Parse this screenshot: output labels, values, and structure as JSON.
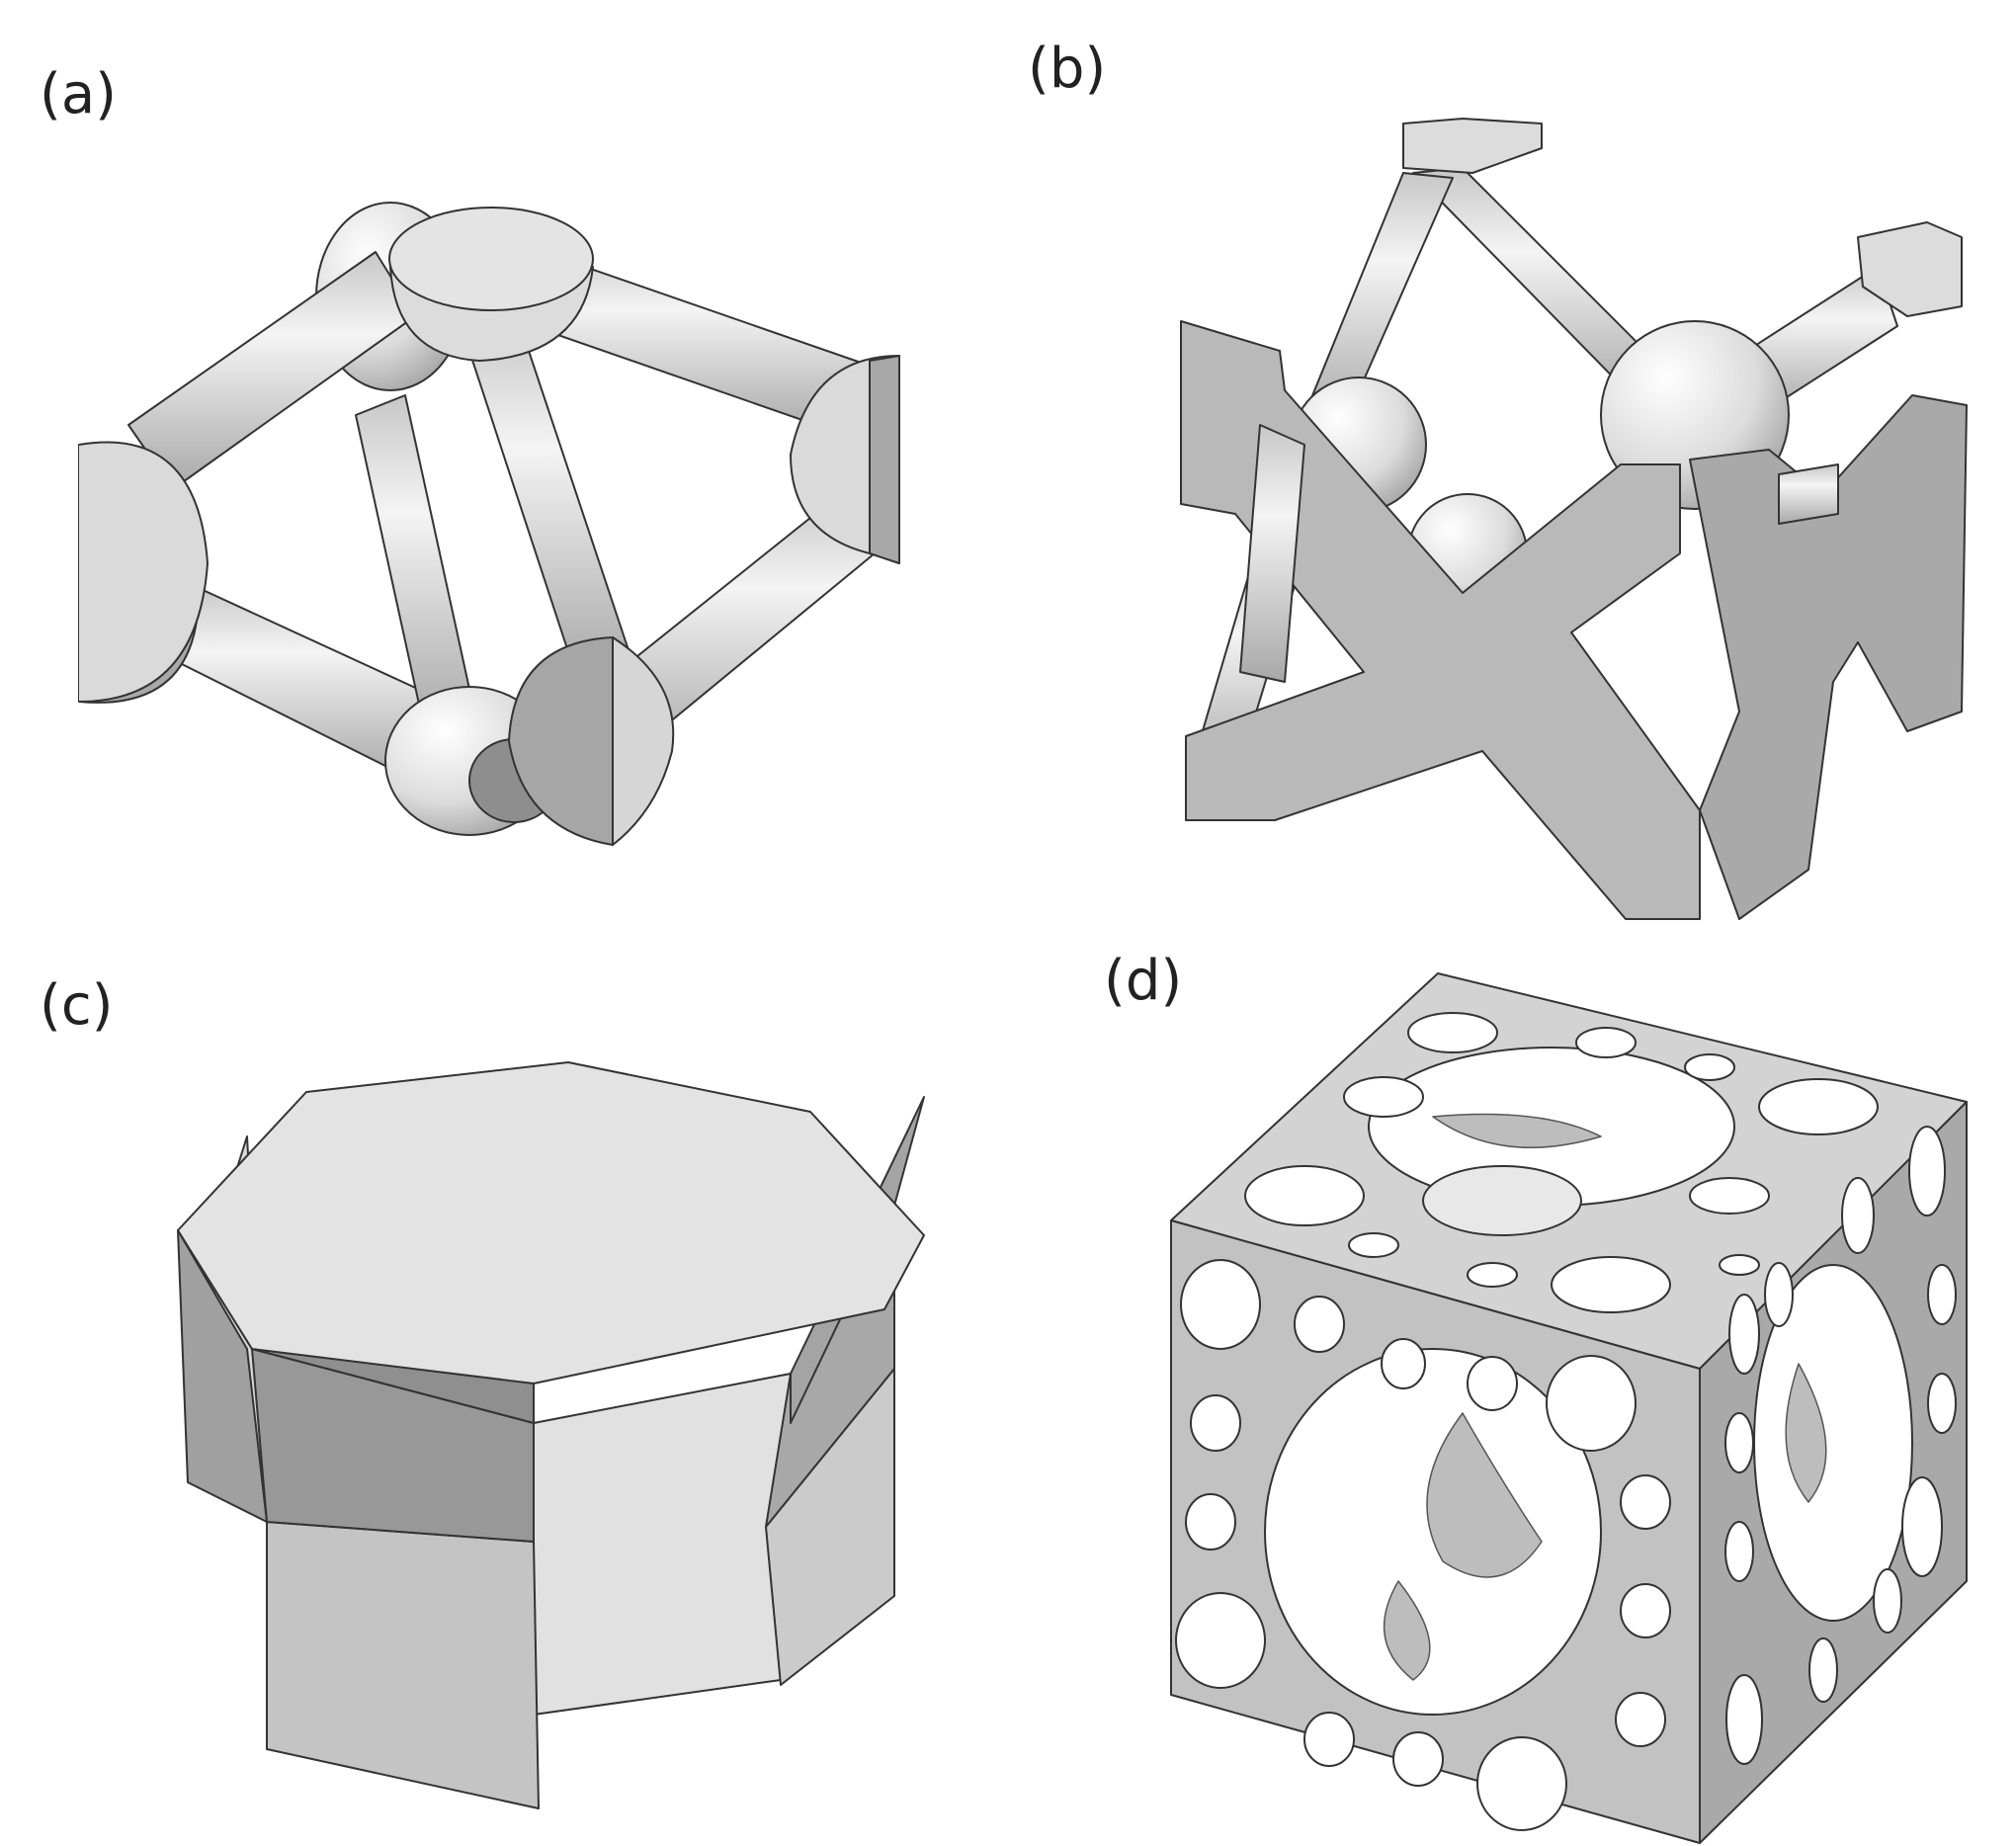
{
  "panels": [
    {
      "id": "a",
      "label": "(a)"
    },
    {
      "id": "b",
      "label": "(b)"
    },
    {
      "id": "c",
      "label": "(c)"
    },
    {
      "id": "d",
      "label": "(d)"
    }
  ],
  "colors": {
    "background": "#ffffff",
    "face_light": "#e6e6e6",
    "face_mid": "#cfcfcf",
    "face_dark": "#a9a9a9",
    "edge": "#333333"
  }
}
